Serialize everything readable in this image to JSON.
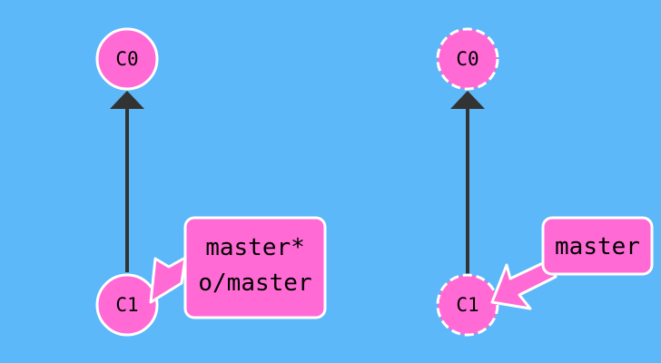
{
  "colors": {
    "background": "#5cb8f8",
    "commit_fill": "#ff6ad5",
    "commit_stroke": "#ffffff",
    "branch_fill": "#ff6ad5",
    "branch_stroke": "#ffffff",
    "edge": "#333333"
  },
  "left_graph": {
    "commits": [
      {
        "id": "C0",
        "style": "solid"
      },
      {
        "id": "C1",
        "style": "solid"
      }
    ],
    "edge": {
      "from": "C1",
      "to": "C0"
    },
    "branch_box": {
      "target": "C1",
      "lines": [
        "master*",
        "o/master"
      ]
    }
  },
  "right_graph": {
    "commits": [
      {
        "id": "C0",
        "style": "dashed"
      },
      {
        "id": "C1",
        "style": "dashed"
      }
    ],
    "edge": {
      "from": "C1",
      "to": "C0"
    },
    "branch_box": {
      "target": "C1",
      "lines": [
        "master"
      ]
    }
  }
}
